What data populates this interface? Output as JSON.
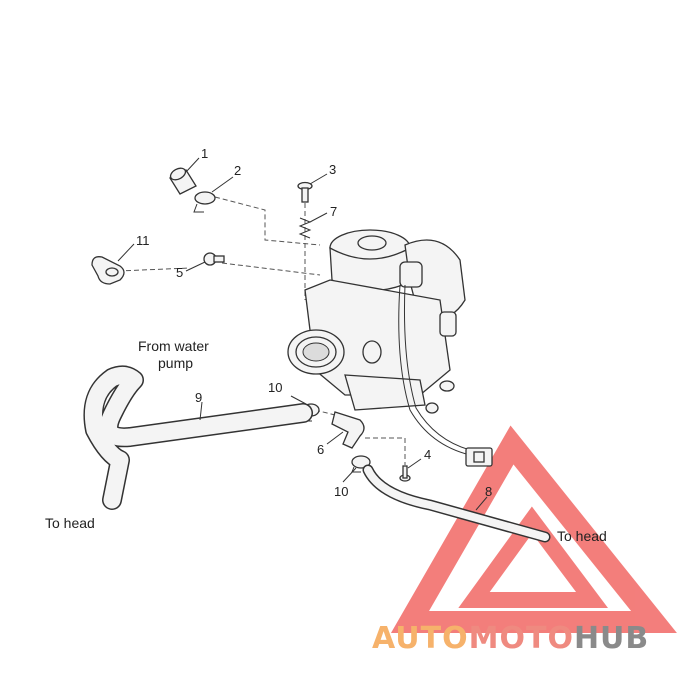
{
  "callouts": {
    "c1": "1",
    "c2": "2",
    "c3": "3",
    "c4": "4",
    "c5": "5",
    "c6": "6",
    "c7": "7",
    "c8": "8",
    "c9": "9",
    "c10a": "10",
    "c10b": "10",
    "c11": "11"
  },
  "labels": {
    "from_water_line1": "From water",
    "from_water_line2": "pump",
    "to_head_left": "To head",
    "to_head_right": "To head"
  },
  "watermark": {
    "auto": "AUTO",
    "moto": "MOTO",
    "hub": "HUB",
    "colors": {
      "auto": "#f6b26b",
      "moto": "#ef8a80",
      "hub": "#8a8a8a",
      "triangle": "#ef5350"
    }
  }
}
